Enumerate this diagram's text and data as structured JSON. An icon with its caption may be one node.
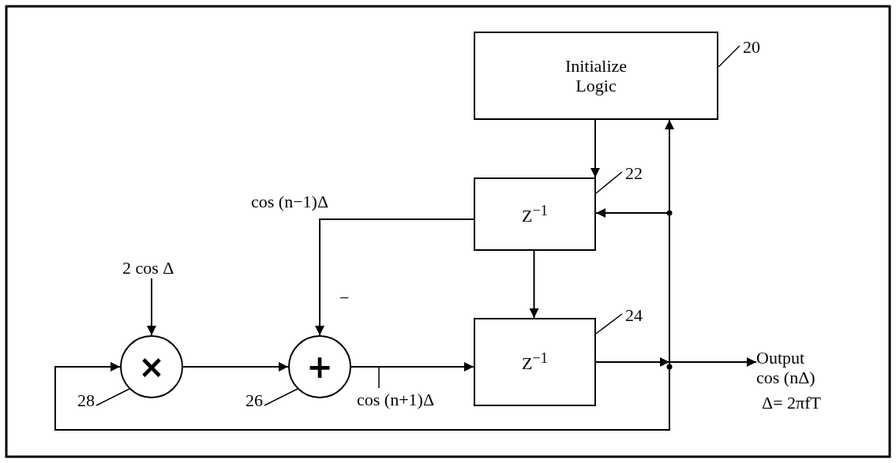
{
  "diagram": {
    "nodes": [
      {
        "text": [
          "Initialize Logic"
        ]
      },
      {
        "text": [
          "Z$^{−1}$"
        ]
      },
      {
        "text": [
          "Z$^{−1}$"
        ]
      },
      {
        "text": [
          "×"
        ]
      },
      {
        "text": [
          "+"
        ]
      },
      {
        "text": [
          "2 cos Δ"
        ]
      },
      {
        "text": [
          "Output cos (nΔ)"
        ]
      },
      {
        "text": [
          "20"
        ]
      },
      {
        "text": [
          "22"
        ]
      },
      {
        "text": [
          "24"
        ]
      },
      {
        "text": [
          "28"
        ]
      },
      {
        "text": [
          "26"
        ]
      }
    ],
    "edges": [
      {
        "from": 0,
        "to": 1,
        "arrow": "to"
      },
      {
        "from": 1,
        "to": 2,
        "arrow": "to"
      },
      {
        "from": 1,
        "to": 4,
        "arrow": "to",
        "label": "cos (n−1)Δ"
      },
      {
        "from": 5,
        "to": 3,
        "arrow": "to"
      },
      {
        "from": 3,
        "to": 4,
        "arrow": "to"
      },
      {
        "from": 4,
        "to": 2,
        "arrow": "to",
        "label": "cos (n+1)Δ"
      },
      {
        "from": 2,
        "to": 6,
        "arrow": "to"
      },
      {
        "from": 2,
        "to": 0,
        "arrow": "to"
      },
      {
        "from": 2,
        "to": 1,
        "arrow": "to"
      },
      {
        "from": 2,
        "to": 3,
        "arrow": "to"
      },
      {
        "from": 7,
        "to": 0,
        "arrow": "none"
      },
      {
        "from": 8,
        "to": 1,
        "arrow": "none"
      },
      {
        "from": 9,
        "to": 2,
        "arrow": "none"
      },
      {
        "from": 10,
        "to": 3,
        "arrow": "none"
      },
      {
        "from": 11,
        "to": 4,
        "arrow": "none"
      }
    ],
    "labels": [
      "−",
      "Δ= 2πfT"
    ]
  }
}
